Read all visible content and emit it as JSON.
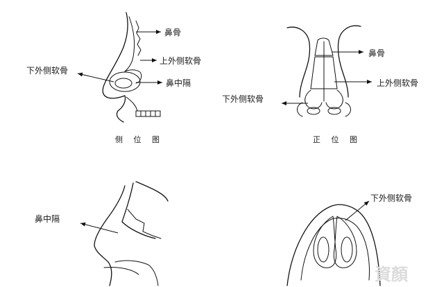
{
  "panels": {
    "side_view": {
      "caption": "侧 位 图",
      "labels": {
        "nasal_bone": "鼻骨",
        "upper_lateral_cartilage": "上外侧软骨",
        "lower_lateral_cartilage": "下外侧软骨",
        "septum": "鼻中隔"
      }
    },
    "front_view": {
      "caption": "正 位 图",
      "labels": {
        "nasal_bone": "鼻骨",
        "upper_lateral_cartilage": "上外侧软骨",
        "lower_lateral_cartilage": "下外侧软骨"
      }
    },
    "septum_section": {
      "labels": {
        "septum": "鼻中隔"
      }
    },
    "base_view": {
      "labels": {
        "lower_lateral_cartilage": "下外侧软骨"
      }
    }
  },
  "watermark": "資顏"
}
